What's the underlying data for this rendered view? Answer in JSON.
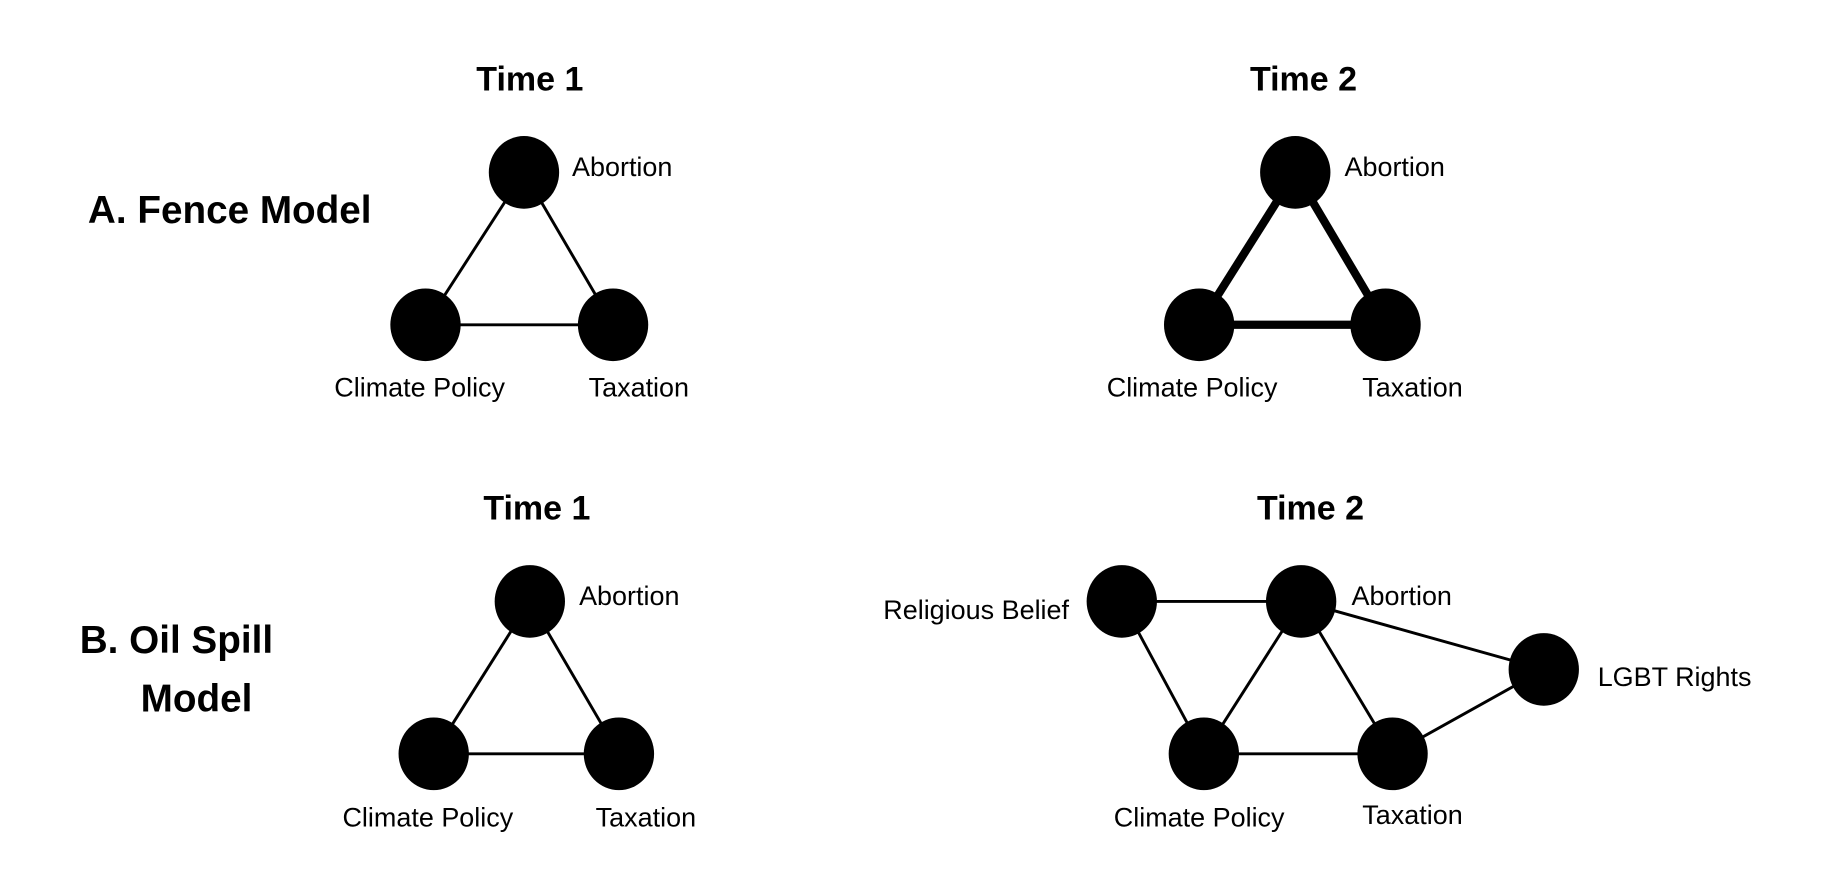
{
  "colors": {
    "node": "#000000",
    "edge": "#000000",
    "background": "#ffffff"
  },
  "models": [
    {
      "label_lines": [
        "A. Fence Model"
      ],
      "panels": [
        {
          "title": "Time 1",
          "nodes": [
            {
              "id": "abortion",
              "label": "Abortion"
            },
            {
              "id": "climate",
              "label": "Climate Policy"
            },
            {
              "id": "taxation",
              "label": "Taxation"
            }
          ],
          "edges": [
            {
              "from": "abortion",
              "to": "climate",
              "strength": "weak"
            },
            {
              "from": "abortion",
              "to": "taxation",
              "strength": "weak"
            },
            {
              "from": "climate",
              "to": "taxation",
              "strength": "weak"
            }
          ]
        },
        {
          "title": "Time 2",
          "nodes": [
            {
              "id": "abortion",
              "label": "Abortion"
            },
            {
              "id": "climate",
              "label": "Climate Policy"
            },
            {
              "id": "taxation",
              "label": "Taxation"
            }
          ],
          "edges": [
            {
              "from": "abortion",
              "to": "climate",
              "strength": "strong"
            },
            {
              "from": "abortion",
              "to": "taxation",
              "strength": "strong"
            },
            {
              "from": "climate",
              "to": "taxation",
              "strength": "strong"
            }
          ]
        }
      ]
    },
    {
      "label_lines": [
        "B. Oil Spill",
        "Model"
      ],
      "panels": [
        {
          "title": "Time 1",
          "nodes": [
            {
              "id": "abortion",
              "label": "Abortion"
            },
            {
              "id": "climate",
              "label": "Climate Policy"
            },
            {
              "id": "taxation",
              "label": "Taxation"
            }
          ],
          "edges": [
            {
              "from": "abortion",
              "to": "climate",
              "strength": "weak"
            },
            {
              "from": "abortion",
              "to": "taxation",
              "strength": "weak"
            },
            {
              "from": "climate",
              "to": "taxation",
              "strength": "weak"
            }
          ]
        },
        {
          "title": "Time 2",
          "nodes": [
            {
              "id": "religious",
              "label": "Religious Belief"
            },
            {
              "id": "abortion",
              "label": "Abortion"
            },
            {
              "id": "lgbt",
              "label": "LGBT Rights"
            },
            {
              "id": "climate",
              "label": "Climate Policy"
            },
            {
              "id": "taxation",
              "label": "Taxation"
            }
          ],
          "edges": [
            {
              "from": "religious",
              "to": "abortion",
              "strength": "weak"
            },
            {
              "from": "religious",
              "to": "climate",
              "strength": "weak"
            },
            {
              "from": "abortion",
              "to": "climate",
              "strength": "weak"
            },
            {
              "from": "abortion",
              "to": "taxation",
              "strength": "weak"
            },
            {
              "from": "abortion",
              "to": "lgbt",
              "strength": "weak"
            },
            {
              "from": "lgbt",
              "to": "taxation",
              "strength": "weak"
            },
            {
              "from": "climate",
              "to": "taxation",
              "strength": "weak"
            }
          ]
        }
      ]
    }
  ]
}
